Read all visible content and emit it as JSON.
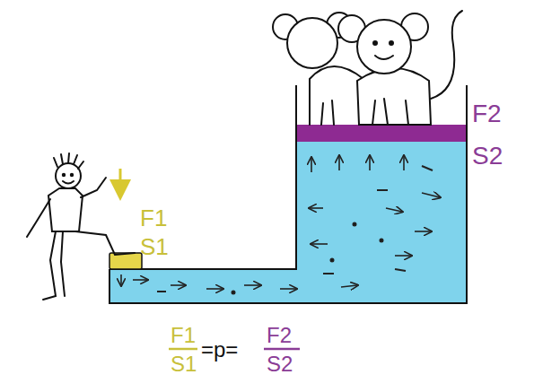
{
  "diagram": {
    "labels": [
      "F1",
      "S1",
      "F2",
      "S2",
      "F1",
      "S1",
      "=p=",
      "F2",
      "S2"
    ]
  }
}
